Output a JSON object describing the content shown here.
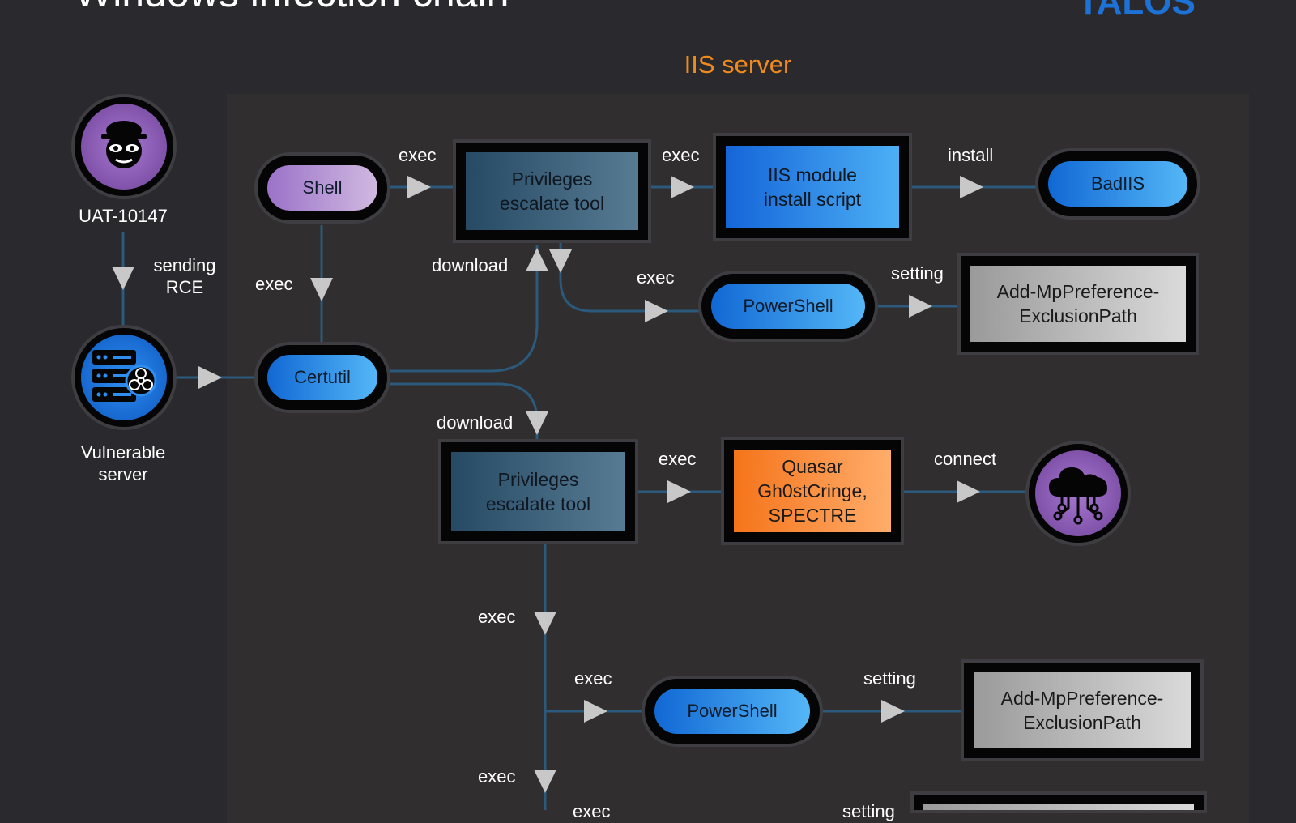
{
  "title": "Windows infection chain",
  "logo_text": "TALOS",
  "region": {
    "title": "IIS server"
  },
  "colors": {
    "region_title": "#f08a1c",
    "background": "#2a2a2e",
    "region_bg": "#302e2e",
    "connector": "#2b5a7c",
    "arrowhead": "#c8c8c8"
  },
  "nodes": {
    "actor": {
      "label": "UAT-10147",
      "icon": "hacker-icon"
    },
    "vuln_server": {
      "label_line1": "Vulnerable",
      "label_line2": "server",
      "icon": "infected-server-icon"
    },
    "shell": {
      "label": "Shell"
    },
    "certutil": {
      "label": "Certutil"
    },
    "priv_tool_1": {
      "line1": "Privileges",
      "line2": "escalate tool"
    },
    "iis_module": {
      "line1": "IIS module",
      "line2": "install script"
    },
    "badiis": {
      "label": "BadIIS"
    },
    "powershell_1": {
      "label": "PowerShell"
    },
    "addmp_1": {
      "line1": "Add-MpPreference-",
      "line2": "ExclusionPath"
    },
    "priv_tool_2": {
      "line1": "Privileges",
      "line2": "escalate tool"
    },
    "quasar": {
      "line1": "Quasar",
      "line2": "Gh0stCringe,",
      "line3": "SPECTRE"
    },
    "c2": {
      "icon": "cloud-network-icon"
    },
    "powershell_2": {
      "label": "PowerShell"
    },
    "addmp_2": {
      "line1": "Add-MpPreference-",
      "line2": "ExclusionPath"
    }
  },
  "edges": {
    "sending_rce_1": "sending",
    "sending_rce_2": "RCE",
    "shell_exec": "exec",
    "priv1_exec": "exec",
    "install": "install",
    "download_1": "download",
    "ps1_exec": "exec",
    "setting_1": "setting",
    "download_2": "download",
    "priv2_exec": "exec",
    "connect": "connect",
    "exec_down_1": "exec",
    "ps2_exec": "exec",
    "setting_2": "setting",
    "exec_down_2": "exec",
    "exec_cut": "exec",
    "setting_cut": "setting",
    "certutil_exec": "exec"
  }
}
